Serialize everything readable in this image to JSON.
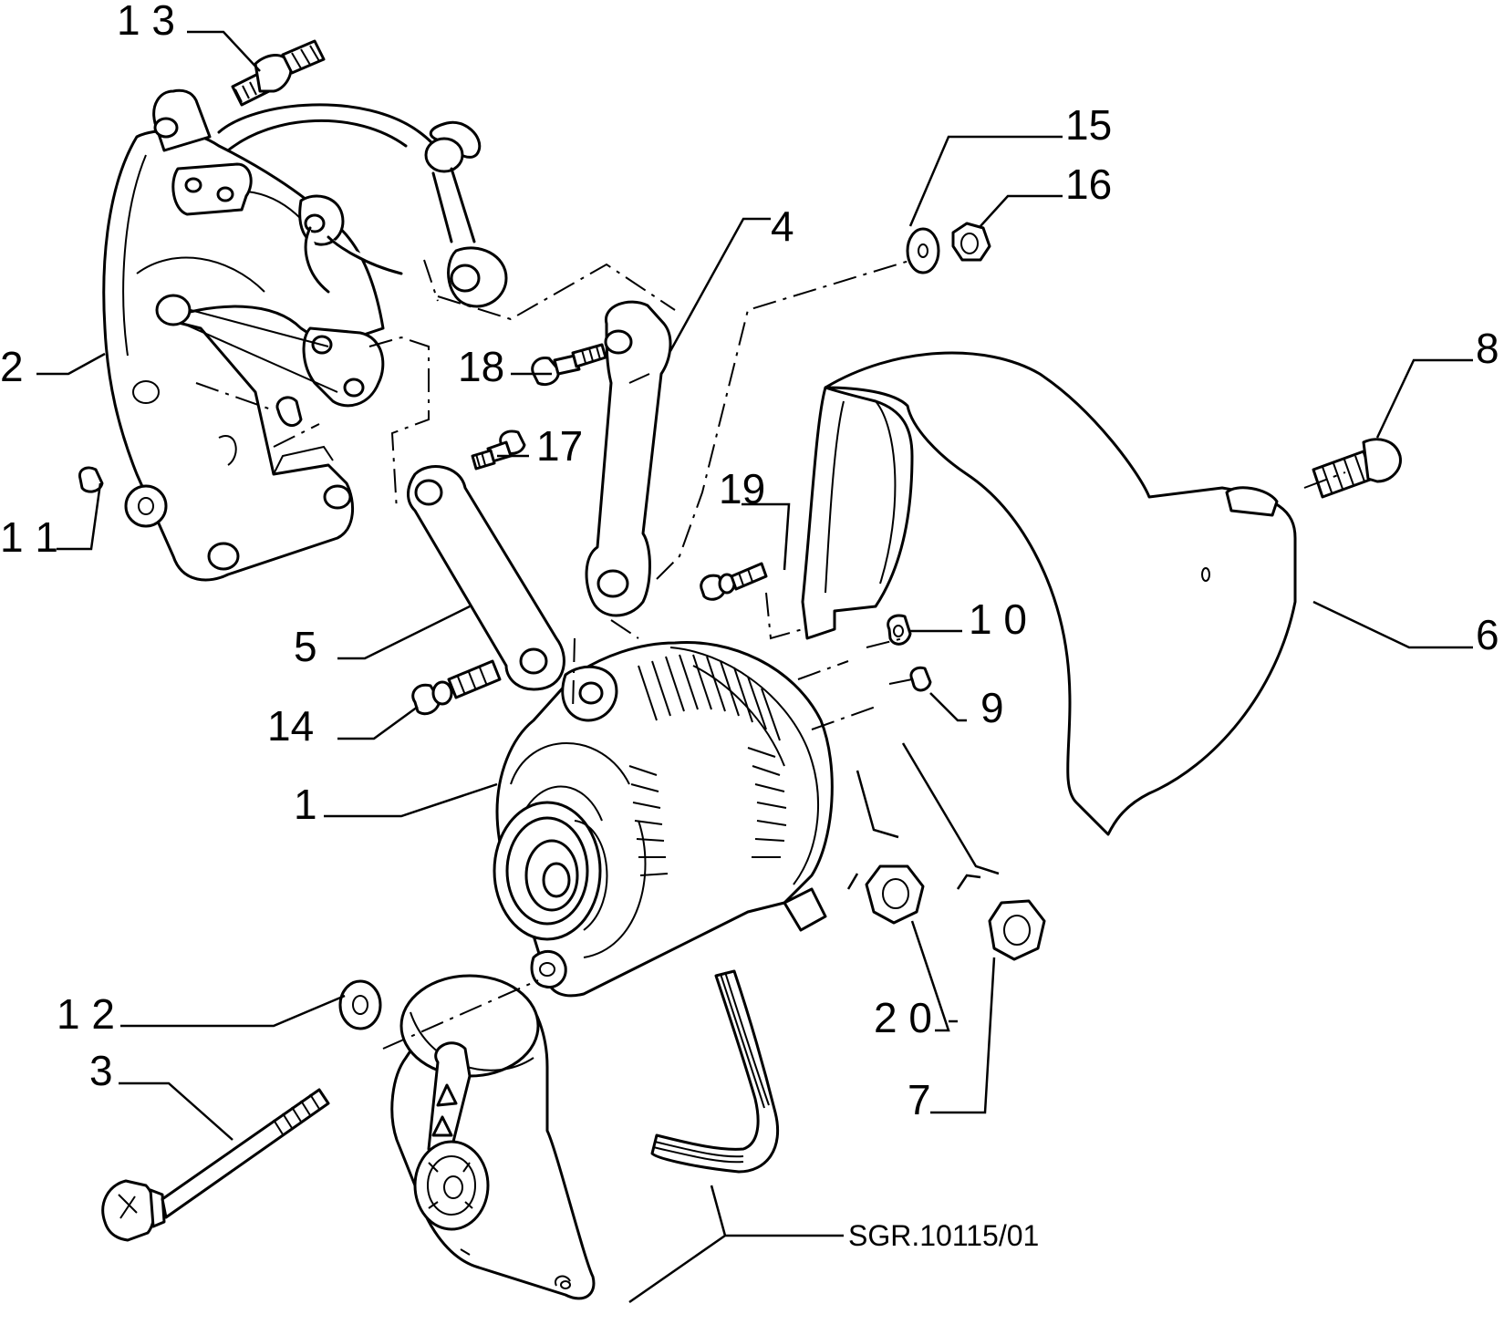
{
  "diagram": {
    "reference_code": "SGR.10115/01",
    "callouts": [
      {
        "id": "c1",
        "text": "1"
      },
      {
        "id": "c2",
        "text": "2"
      },
      {
        "id": "c3",
        "text": "3"
      },
      {
        "id": "c4",
        "text": "4"
      },
      {
        "id": "c5",
        "text": "5"
      },
      {
        "id": "c6",
        "text": "6"
      },
      {
        "id": "c7",
        "text": "7"
      },
      {
        "id": "c8",
        "text": "8"
      },
      {
        "id": "c9",
        "text": "9"
      },
      {
        "id": "c10",
        "text": "1 0"
      },
      {
        "id": "c11",
        "text": "1 1"
      },
      {
        "id": "c12",
        "text": "1 2"
      },
      {
        "id": "c13",
        "text": "1 3"
      },
      {
        "id": "c14",
        "text": "14"
      },
      {
        "id": "c15",
        "text": "15"
      },
      {
        "id": "c16",
        "text": "16"
      },
      {
        "id": "c17",
        "text": "17"
      },
      {
        "id": "c18",
        "text": "18"
      },
      {
        "id": "c19",
        "text": "19"
      },
      {
        "id": "c20",
        "text": "2 0"
      }
    ]
  }
}
